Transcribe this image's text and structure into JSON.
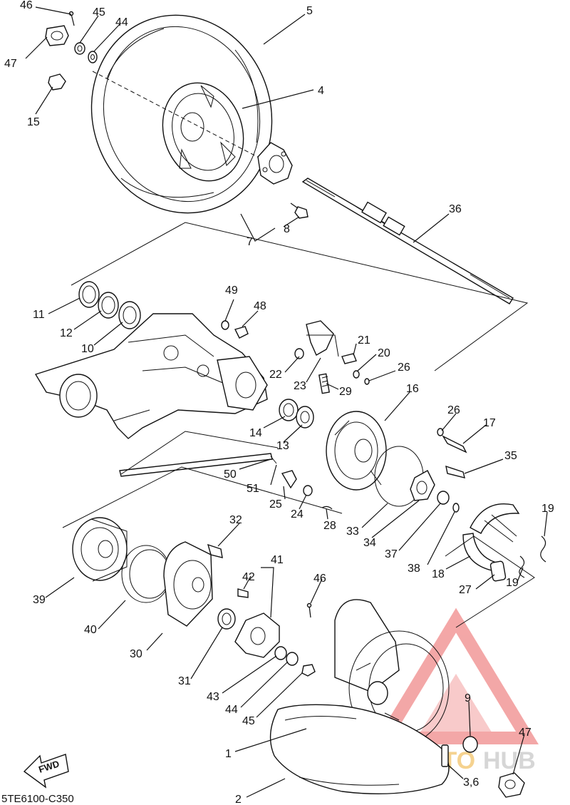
{
  "diagram_code": "5TE6100-C350",
  "fwd_label": "FWD",
  "watermark": {
    "brand_a": "AUTOMOTO",
    "brand_b": "HUB",
    "color_triangle": "#f08a8a",
    "color_auto": "#f2c46a",
    "color_hub": "#c9c9c9"
  },
  "callouts": [
    {
      "id": "c46a",
      "text": "46"
    },
    {
      "id": "c45a",
      "text": "45"
    },
    {
      "id": "c44a",
      "text": "44"
    },
    {
      "id": "c5",
      "text": "5"
    },
    {
      "id": "c47a",
      "text": "47"
    },
    {
      "id": "c15",
      "text": "15"
    },
    {
      "id": "c4",
      "text": "4"
    },
    {
      "id": "c36",
      "text": "36"
    },
    {
      "id": "c8",
      "text": "8"
    },
    {
      "id": "c7",
      "text": "7"
    },
    {
      "id": "c49",
      "text": "49"
    },
    {
      "id": "c48",
      "text": "48"
    },
    {
      "id": "c11",
      "text": "11"
    },
    {
      "id": "c12",
      "text": "12"
    },
    {
      "id": "c10",
      "text": "10"
    },
    {
      "id": "c21",
      "text": "21"
    },
    {
      "id": "c20",
      "text": "20"
    },
    {
      "id": "c26a",
      "text": "26"
    },
    {
      "id": "c22",
      "text": "22"
    },
    {
      "id": "c23",
      "text": "23"
    },
    {
      "id": "c29",
      "text": "29"
    },
    {
      "id": "c16",
      "text": "16"
    },
    {
      "id": "c26b",
      "text": "26"
    },
    {
      "id": "c17",
      "text": "17"
    },
    {
      "id": "c14",
      "text": "14"
    },
    {
      "id": "c13",
      "text": "13"
    },
    {
      "id": "c50",
      "text": "50"
    },
    {
      "id": "c51",
      "text": "51"
    },
    {
      "id": "c35",
      "text": "35"
    },
    {
      "id": "c25",
      "text": "25"
    },
    {
      "id": "c24",
      "text": "24"
    },
    {
      "id": "c28",
      "text": "28"
    },
    {
      "id": "c33",
      "text": "33"
    },
    {
      "id": "c34",
      "text": "34"
    },
    {
      "id": "c37",
      "text": "37"
    },
    {
      "id": "c38",
      "text": "38"
    },
    {
      "id": "c19a",
      "text": "19"
    },
    {
      "id": "c18",
      "text": "18"
    },
    {
      "id": "c27",
      "text": "27"
    },
    {
      "id": "c19b",
      "text": "19"
    },
    {
      "id": "c32",
      "text": "32"
    },
    {
      "id": "c41",
      "text": "41"
    },
    {
      "id": "c42",
      "text": "42"
    },
    {
      "id": "c46b",
      "text": "46"
    },
    {
      "id": "c39",
      "text": "39"
    },
    {
      "id": "c40",
      "text": "40"
    },
    {
      "id": "c30",
      "text": "30"
    },
    {
      "id": "c31",
      "text": "31"
    },
    {
      "id": "c43",
      "text": "43"
    },
    {
      "id": "c44b",
      "text": "44"
    },
    {
      "id": "c45b",
      "text": "45"
    },
    {
      "id": "c9",
      "text": "9"
    },
    {
      "id": "c47b",
      "text": "47"
    },
    {
      "id": "c1",
      "text": "1"
    },
    {
      "id": "c36b",
      "text": "3,6"
    },
    {
      "id": "c2",
      "text": "2"
    }
  ]
}
